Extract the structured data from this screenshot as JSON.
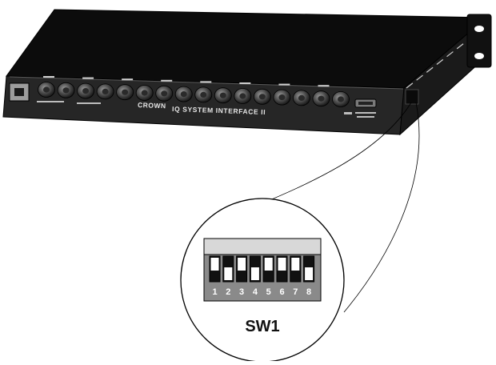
{
  "device": {
    "brand": "CROWN",
    "brand_icon": "crown-logo-icon",
    "model": "IQ SYSTEM INTERFACE II",
    "connector_count": 16,
    "power_inlet_icon": "power-inlet-icon",
    "serial_port_icon": "db9-port-icon",
    "rack_ear_icon": "rack-ear-icon"
  },
  "callout": {
    "switch_label": "SW1",
    "switch_positions": [
      "1",
      "2",
      "3",
      "4",
      "5",
      "6",
      "7",
      "8"
    ],
    "switch_states": [
      "up",
      "down",
      "up",
      "down",
      "up",
      "up",
      "up",
      "down"
    ],
    "colors": {
      "switch_body": "#8a8a8a",
      "switch_header": "#d8d8d8",
      "switch_slot": "#111111",
      "lever": "#ffffff"
    }
  }
}
